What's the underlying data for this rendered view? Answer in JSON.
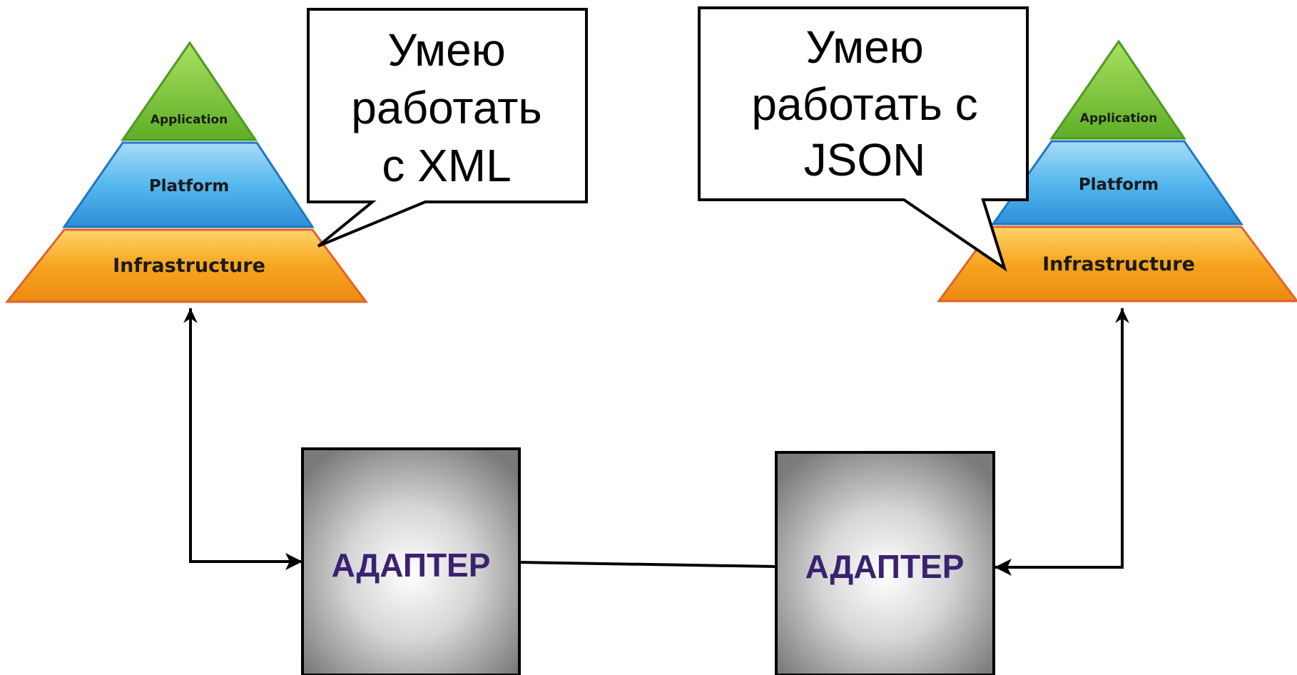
{
  "left_pyramid": {
    "layers": {
      "application": "Application",
      "platform": "Platform",
      "infrastructure": "Infrastructure"
    },
    "bubble_lines": [
      "Умею",
      "работать",
      "с XML"
    ]
  },
  "right_pyramid": {
    "layers": {
      "application": "Application",
      "platform": "Platform",
      "infrastructure": "Infrastructure"
    },
    "bubble_lines": [
      "Умею",
      "работать с",
      "JSON"
    ]
  },
  "left_adapter": {
    "label": "АДАПТЕР"
  },
  "right_adapter": {
    "label": "АДАПТЕР"
  },
  "colors": {
    "application": "#7cc83a",
    "platform": "#4fb3ea",
    "infrastructure": "#f5a623",
    "adapter_text": "#3b2270"
  }
}
